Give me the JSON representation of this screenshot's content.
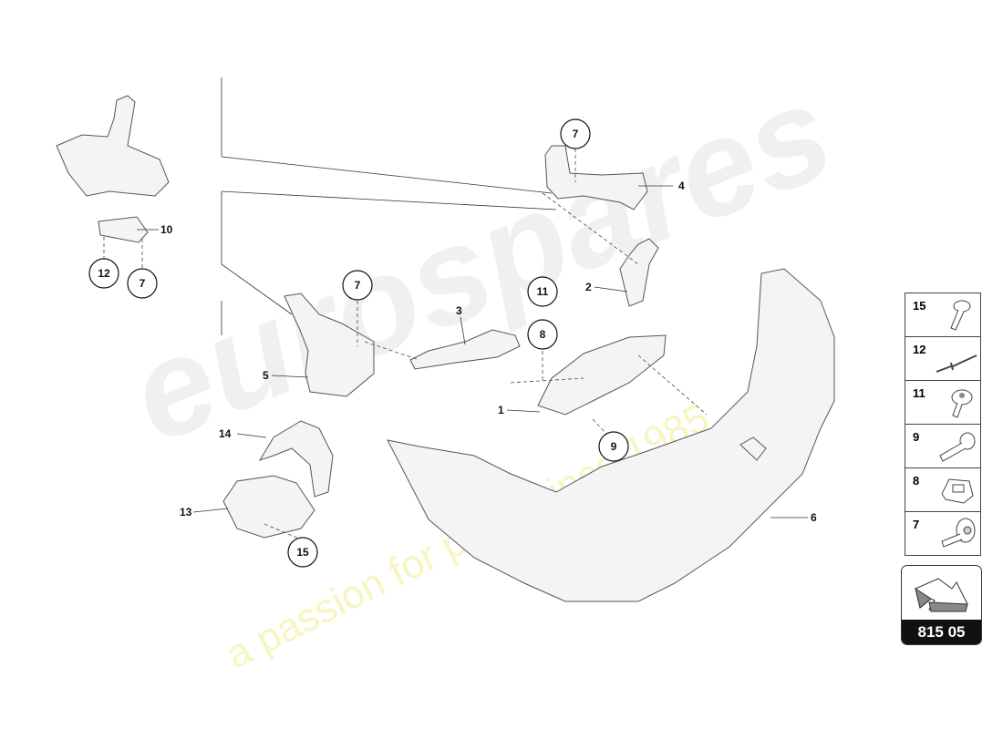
{
  "watermark": {
    "brand": "eurospares",
    "tagline": "a passion for parts since 1985"
  },
  "callouts": {
    "c1": "1",
    "c2": "2",
    "c3": "3",
    "c4": "4",
    "c5": "5",
    "c6": "6",
    "c7a": "7",
    "c7b": "7",
    "c7c": "7",
    "c8": "8",
    "c9": "9",
    "c10": "10",
    "c11": "11",
    "c12": "12",
    "c13": "13",
    "c14": "14",
    "c15": "15"
  },
  "legend": [
    {
      "num": "15",
      "icon": "screw-flanged-icon"
    },
    {
      "num": "12",
      "icon": "rivet-icon"
    },
    {
      "num": "11",
      "icon": "screw-washer-icon"
    },
    {
      "num": "9",
      "icon": "bolt-icon"
    },
    {
      "num": "8",
      "icon": "clip-nut-icon"
    },
    {
      "num": "7",
      "icon": "push-rivet-icon"
    }
  ],
  "badge": {
    "code": "815 05",
    "icon": "arrow-icon"
  },
  "colors": {
    "line": "#333333",
    "badge_bg": "#111111",
    "badge_text": "#ffffff"
  }
}
